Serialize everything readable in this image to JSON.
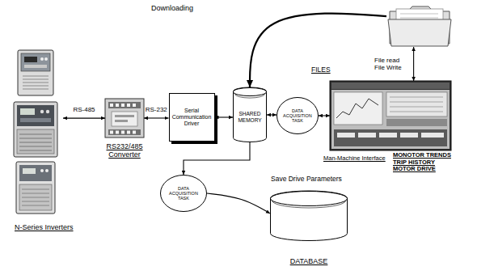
{
  "diagram": {
    "nodes": [
      {
        "text": [
          "N-Series Inverters"
        ]
      },
      {
        "text": [
          "RS232/485 Converter"
        ]
      },
      {
        "text": [
          "Serial Communication Driver"
        ]
      },
      {
        "text": [
          "SHARED MEMORY"
        ]
      },
      {
        "text": [
          "DATA ACQUISITION TASK"
        ]
      },
      {
        "text": [
          "Man-Machine Interface",
          "MONOTOR TRENDS TRIP HISTORY MOTOR DRIVE"
        ]
      },
      {
        "text": [
          "FILES"
        ]
      },
      {
        "text": [
          "DATA ACQUISITION TASK"
        ]
      },
      {
        "text": [
          "DATABASE"
        ]
      }
    ],
    "edges": [
      {
        "from": 0,
        "to": 1,
        "arrow": "both",
        "label": "RS-485"
      },
      {
        "from": 1,
        "to": 2,
        "arrow": "both",
        "label": "RS-232"
      },
      {
        "from": 2,
        "to": 3,
        "arrow": "both"
      },
      {
        "from": 3,
        "to": 4,
        "arrow": "both"
      },
      {
        "from": 4,
        "to": 5,
        "arrow": "both"
      },
      {
        "from": 6,
        "to": 5,
        "arrow": "both",
        "label": "File read File Write"
      },
      {
        "from": 6,
        "to": 3,
        "arrow": "to",
        "label": "Downloading"
      },
      {
        "from": 3,
        "to": 7,
        "arrow": "to"
      },
      {
        "from": 7,
        "to": 8,
        "arrow": "to",
        "label": "Save Drive Parameters"
      }
    ]
  }
}
